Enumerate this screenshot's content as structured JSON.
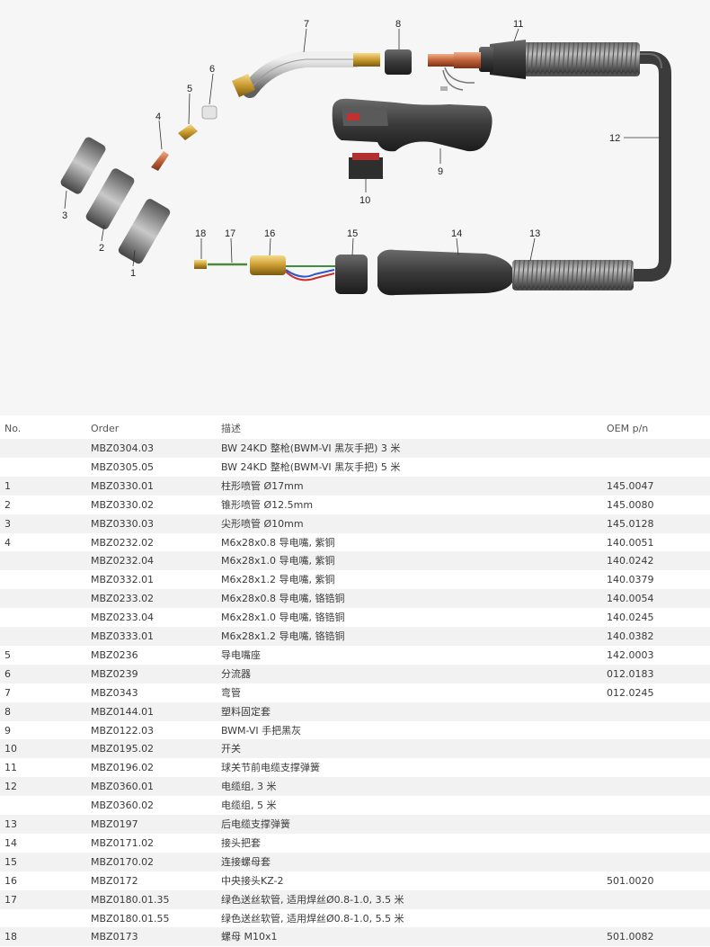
{
  "diagram": {
    "callouts": [
      "1",
      "2",
      "3",
      "4",
      "5",
      "6",
      "7",
      "8",
      "9",
      "10",
      "11",
      "12",
      "13",
      "14",
      "15",
      "16",
      "17",
      "18"
    ]
  },
  "table": {
    "headers": {
      "no": "No.",
      "order": "Order",
      "desc": "描述",
      "oem": "OEM p/n"
    },
    "rows": [
      {
        "no": "",
        "order": "MBZ0304.03",
        "desc": "BW 24KD 整枪(BWM-VI 黑灰手把) 3 米",
        "oem": ""
      },
      {
        "no": "",
        "order": "MBZ0305.05",
        "desc": "BW 24KD 整枪(BWM-VI 黑灰手把) 5 米",
        "oem": ""
      },
      {
        "no": "1",
        "order": "MBZ0330.01",
        "desc": "柱形喷管 Ø17mm",
        "oem": "145.0047"
      },
      {
        "no": "2",
        "order": "MBZ0330.02",
        "desc": "锥形喷管 Ø12.5mm",
        "oem": "145.0080"
      },
      {
        "no": "3",
        "order": "MBZ0330.03",
        "desc": "尖形喷管 Ø10mm",
        "oem": "145.0128"
      },
      {
        "no": "4",
        "order": "MBZ0232.02",
        "desc": "M6x28x0.8 导电嘴, 紫铜",
        "oem": "140.0051"
      },
      {
        "no": "",
        "order": "MBZ0232.04",
        "desc": "M6x28x1.0 导电嘴, 紫铜",
        "oem": "140.0242"
      },
      {
        "no": "",
        "order": "MBZ0332.01",
        "desc": "M6x28x1.2 导电嘴, 紫铜",
        "oem": "140.0379"
      },
      {
        "no": "",
        "order": "MBZ0233.02",
        "desc": "M6x28x0.8 导电嘴, 铬锆铜",
        "oem": "140.0054"
      },
      {
        "no": "",
        "order": "MBZ0233.04",
        "desc": "M6x28x1.0 导电嘴, 铬锆铜",
        "oem": "140.0245"
      },
      {
        "no": "",
        "order": "MBZ0333.01",
        "desc": "M6x28x1.2 导电嘴, 铬锆铜",
        "oem": "140.0382"
      },
      {
        "no": "5",
        "order": "MBZ0236",
        "desc": "导电嘴座",
        "oem": "142.0003"
      },
      {
        "no": "6",
        "order": "MBZ0239",
        "desc": "分流器",
        "oem": "012.0183"
      },
      {
        "no": "7",
        "order": "MBZ0343",
        "desc": "弯管",
        "oem": "012.0245"
      },
      {
        "no": "8",
        "order": "MBZ0144.01",
        "desc": "塑料固定套",
        "oem": ""
      },
      {
        "no": "9",
        "order": "MBZ0122.03",
        "desc": "BWM-VI 手把黑灰",
        "oem": ""
      },
      {
        "no": "10",
        "order": "MBZ0195.02",
        "desc": "开关",
        "oem": ""
      },
      {
        "no": "11",
        "order": "MBZ0196.02",
        "desc": "球关节前电缆支撑弹簧",
        "oem": ""
      },
      {
        "no": "12",
        "order": "MBZ0360.01",
        "desc": "电缆组, 3 米",
        "oem": ""
      },
      {
        "no": "",
        "order": "MBZ0360.02",
        "desc": "电缆组, 5 米",
        "oem": ""
      },
      {
        "no": "13",
        "order": "MBZ0197",
        "desc": "后电缆支撑弹簧",
        "oem": ""
      },
      {
        "no": "14",
        "order": "MBZ0171.02",
        "desc": "接头把套",
        "oem": ""
      },
      {
        "no": "15",
        "order": "MBZ0170.02",
        "desc": "连接螺母套",
        "oem": ""
      },
      {
        "no": "16",
        "order": "MBZ0172",
        "desc": "中央接头KZ-2",
        "oem": "501.0020"
      },
      {
        "no": "17",
        "order": "MBZ0180.01.35",
        "desc": "绿色送丝软管, 适用焊丝Ø0.8-1.0, 3.5 米",
        "oem": ""
      },
      {
        "no": "",
        "order": "MBZ0180.01.55",
        "desc": "绿色送丝软管, 适用焊丝Ø0.8-1.0, 5.5 米",
        "oem": ""
      },
      {
        "no": "18",
        "order": "MBZ0173",
        "desc": "螺母 M10x1",
        "oem": "501.0082"
      }
    ]
  }
}
